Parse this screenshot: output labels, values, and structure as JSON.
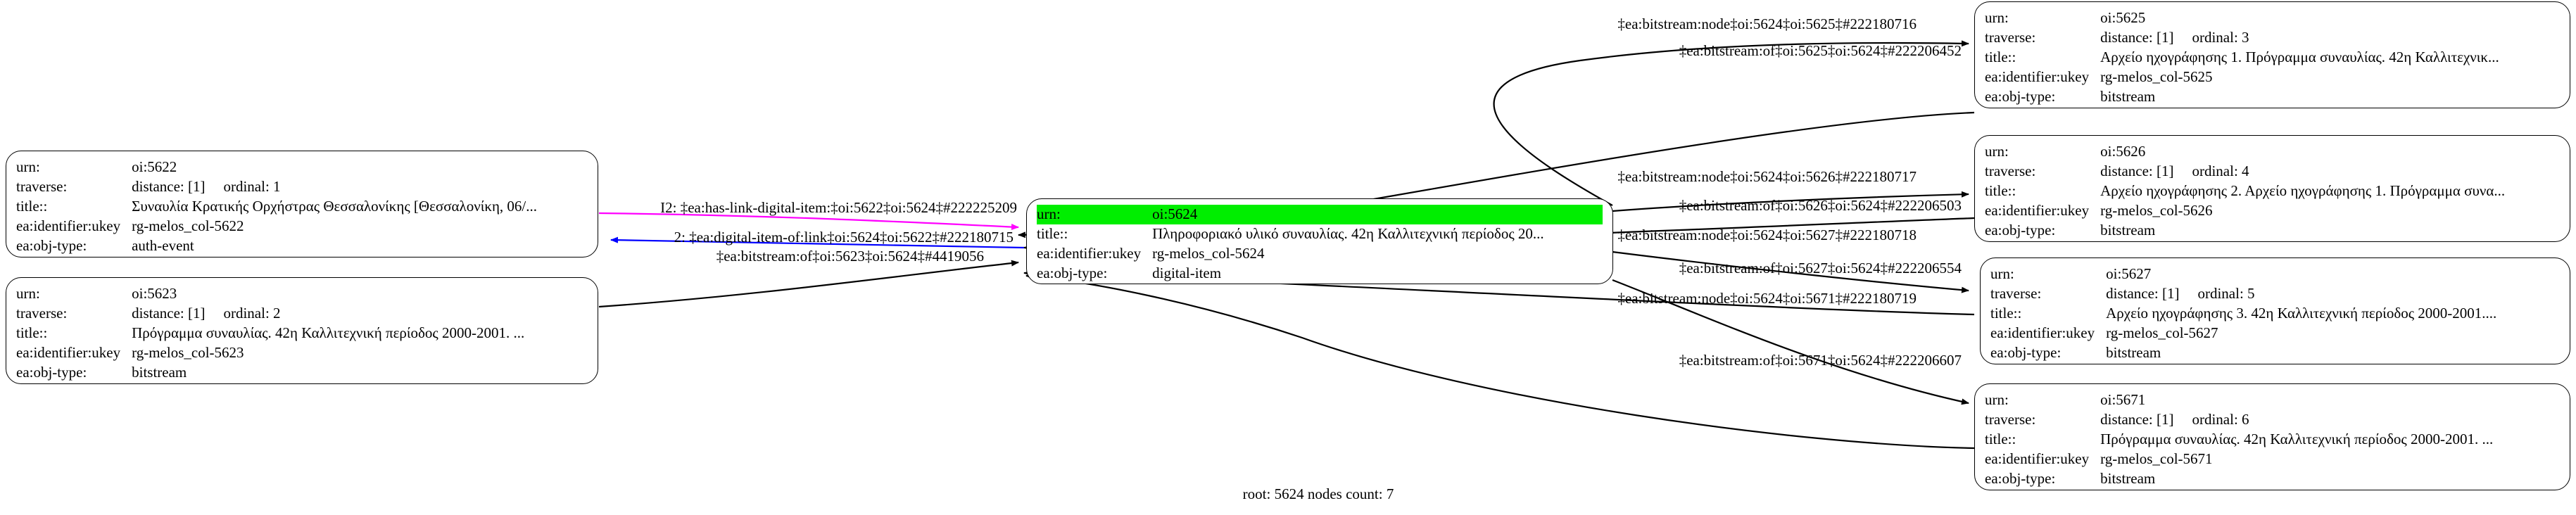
{
  "graph": {
    "caption": "root: 5624 nodes count: 7",
    "root_id": "5624",
    "node_count": "7",
    "highlight_color": "#00ee00",
    "field_labels": {
      "urn": "urn:",
      "traverse": "traverse:",
      "title": "title::",
      "ukey": "ea:identifier:ukey",
      "objtype": "ea:obj-type:"
    }
  },
  "nodes": [
    {
      "id": "n5622",
      "urn": "oi:5622",
      "traverse_distance": "distance: [1]",
      "traverse_ordinal": "ordinal: 1",
      "title": "Συναυλία Κρατικής Ορχήστρας Θεσσαλονίκης [Θεσσαλονίκη, 06/...",
      "ukey": "rg-melos_col-5622",
      "objtype": "auth-event",
      "highlighted": false
    },
    {
      "id": "n5623",
      "urn": "oi:5623",
      "traverse_distance": "distance: [1]",
      "traverse_ordinal": "ordinal: 2",
      "title": "Πρόγραμμα συναυλίας. 42η Καλλιτεχνική περίοδος 2000-2001. ...",
      "ukey": "rg-melos_col-5623",
      "objtype": "bitstream",
      "highlighted": false
    },
    {
      "id": "n5624",
      "urn": "oi:5624",
      "traverse_distance": "",
      "traverse_ordinal": "",
      "title": "Πληροφοριακό υλικό συναυλίας. 42η Καλλιτεχνική περίοδος 20...",
      "ukey": "rg-melos_col-5624",
      "objtype": "digital-item",
      "highlighted": true
    },
    {
      "id": "n5625",
      "urn": "oi:5625",
      "traverse_distance": "distance: [1]",
      "traverse_ordinal": "ordinal: 3",
      "title": "Αρχείο ηχογράφησης 1. Πρόγραμμα συναυλίας. 42η Καλλιτεχνικ...",
      "ukey": "rg-melos_col-5625",
      "objtype": "bitstream",
      "highlighted": false
    },
    {
      "id": "n5626",
      "urn": "oi:5626",
      "traverse_distance": "distance: [1]",
      "traverse_ordinal": "ordinal: 4",
      "title": "Αρχείο ηχογράφησης 2. Αρχείο ηχογράφησης 1. Πρόγραμμα συνα...",
      "ukey": "rg-melos_col-5626",
      "objtype": "bitstream",
      "highlighted": false
    },
    {
      "id": "n5627",
      "urn": "oi:5627",
      "traverse_distance": "distance: [1]",
      "traverse_ordinal": "ordinal: 5",
      "title": "Αρχείο ηχογράφησης 3. 42η Καλλιτεχνική περίοδος 2000-2001....",
      "ukey": "rg-melos_col-5627",
      "objtype": "bitstream",
      "highlighted": false
    },
    {
      "id": "n5671",
      "urn": "oi:5671",
      "traverse_distance": "distance: [1]",
      "traverse_ordinal": "ordinal: 6",
      "title": "Πρόγραμμα συναυλίας. 42η Καλλιτεχνική περίοδος 2000-2001. ...",
      "ukey": "rg-melos_col-5671",
      "objtype": "bitstream",
      "highlighted": false
    }
  ],
  "edges": [
    {
      "id": "e1",
      "label": "I2: ‡ea:has-link-digital-item:‡oi:5622‡oi:5624‡#222225209",
      "color": "#ff00ff",
      "from": "n5622",
      "to": "n5624"
    },
    {
      "id": "e2",
      "label": "2: ‡ea:digital-item-of:link‡oi:5624‡oi:5622‡#222180715",
      "color": "#0000ff",
      "from": "n5624",
      "to": "n5622"
    },
    {
      "id": "e3",
      "label": "‡ea:bitstream:of‡oi:5623‡oi:5624‡#4419056",
      "color": "#000000",
      "from": "n5623",
      "to": "n5624"
    },
    {
      "id": "e4",
      "label": "‡ea:bitstream:node‡oi:5624‡oi:5625‡#222180716",
      "color": "#000000",
      "from": "n5624",
      "to": "n5625"
    },
    {
      "id": "e5",
      "label": "‡ea:bitstream:of‡oi:5625‡oi:5624‡#222206452",
      "color": "#000000",
      "from": "n5625",
      "to": "n5624"
    },
    {
      "id": "e6",
      "label": "‡ea:bitstream:node‡oi:5624‡oi:5626‡#222180717",
      "color": "#000000",
      "from": "n5624",
      "to": "n5626"
    },
    {
      "id": "e7",
      "label": "‡ea:bitstream:of‡oi:5626‡oi:5624‡#222206503",
      "color": "#000000",
      "from": "n5626",
      "to": "n5624"
    },
    {
      "id": "e8",
      "label": "‡ea:bitstream:node‡oi:5624‡oi:5627‡#222180718",
      "color": "#000000",
      "from": "n5624",
      "to": "n5627"
    },
    {
      "id": "e9",
      "label": "‡ea:bitstream:of‡oi:5627‡oi:5624‡#222206554",
      "color": "#000000",
      "from": "n5627",
      "to": "n5624"
    },
    {
      "id": "e10",
      "label": "‡ea:bitstream:node‡oi:5624‡oi:5671‡#222180719",
      "color": "#000000",
      "from": "n5624",
      "to": "n5671"
    },
    {
      "id": "e11",
      "label": "‡ea:bitstream:of‡oi:5671‡oi:5624‡#222206607",
      "color": "#000000",
      "from": "n5671",
      "to": "n5624"
    }
  ]
}
